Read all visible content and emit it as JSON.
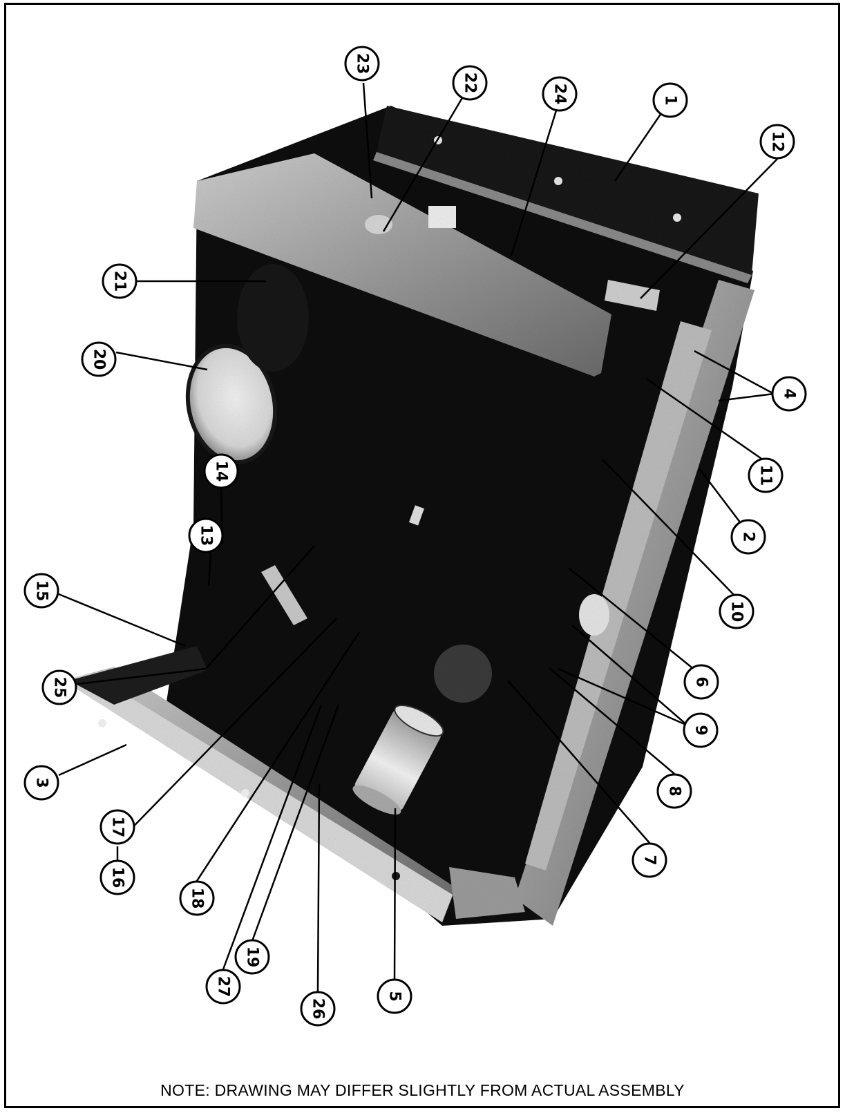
{
  "note": "NOTE: DRAWING MAY DIFFER SLIGHTLY FROM ACTUAL ASSEMBLY",
  "callouts": [
    "1",
    "2",
    "3",
    "4",
    "5",
    "6",
    "7",
    "8",
    "9",
    "10",
    "11",
    "12",
    "13",
    "14",
    "15",
    "16",
    "17",
    "18",
    "19",
    "20",
    "21",
    "22",
    "23",
    "24",
    "25",
    "26",
    "27"
  ]
}
